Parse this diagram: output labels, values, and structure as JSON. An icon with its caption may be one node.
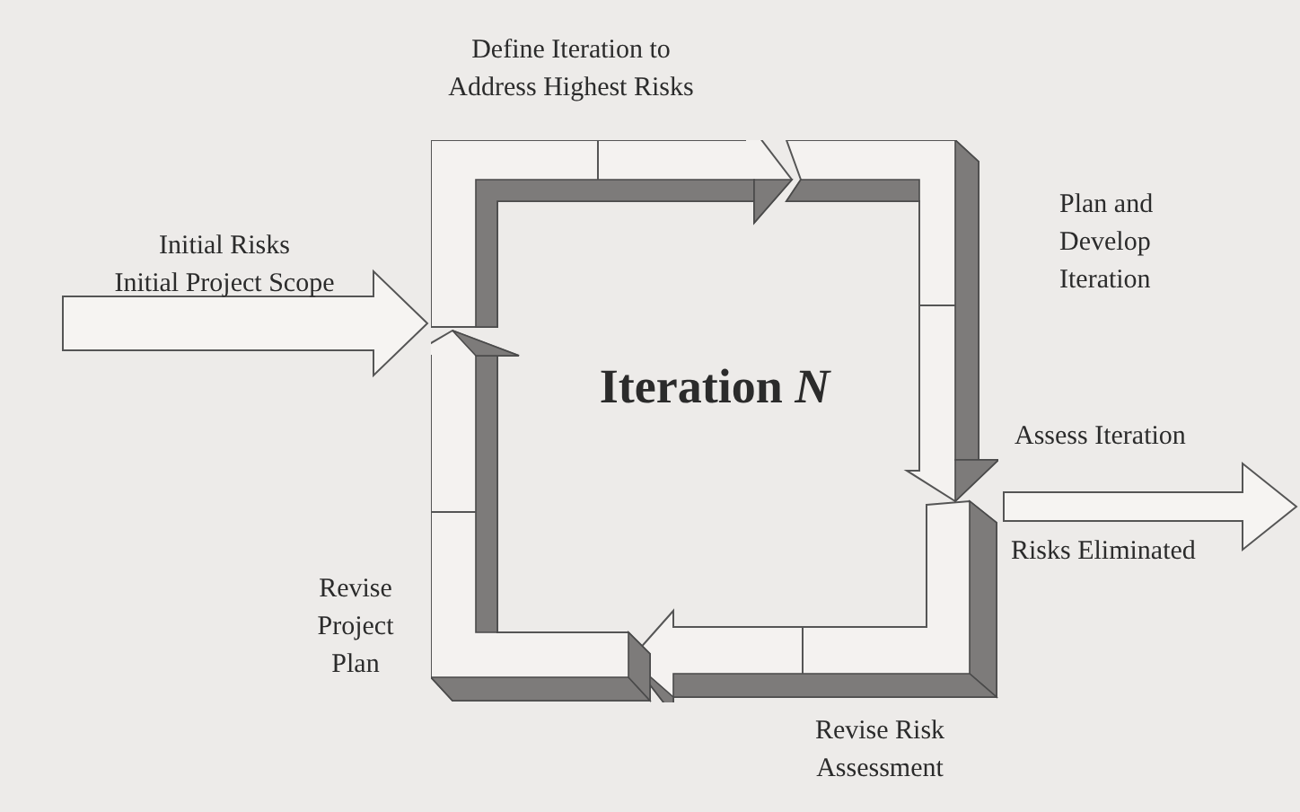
{
  "diagram": {
    "nodes": [
      {
        "text": [
          "Iteration *N*"
        ]
      },
      {
        "text": [
          "Initial Risks",
          "Initial Project Scope"
        ]
      }
    ],
    "edges": [
      {
        "from": 1,
        "to": 0,
        "arrow": "to"
      },
      {
        "from": 0,
        "to": null,
        "arrow": "to"
      }
    ],
    "labels": [
      "Define Iteration to Address Highest Risks",
      "Plan and Develop Iteration",
      "Assess Iteration",
      "Risks Eliminated",
      "Revise Project Plan",
      "Revise Risk Assessment"
    ]
  }
}
